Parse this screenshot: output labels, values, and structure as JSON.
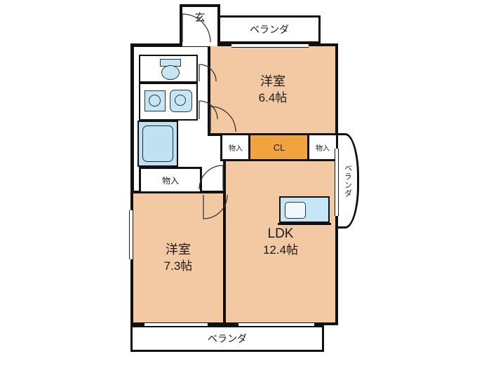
{
  "plan": {
    "entrance": {
      "label": "玄"
    },
    "balconies": {
      "top": "ベランダ",
      "right": "ベランダ",
      "bottom": "ベランダ"
    },
    "rooms": {
      "western_top": {
        "name": "洋室",
        "size": "6.4帖"
      },
      "western_left": {
        "name": "洋室",
        "size": "7.3帖"
      },
      "ldk": {
        "name": "LDK",
        "size": "12.4帖"
      }
    },
    "storage": {
      "closet": "CL",
      "mid_left": "物入",
      "mid_right": "物入",
      "hall": "物入"
    },
    "colors": {
      "room_fill": "#f3c9a3",
      "closet_fill": "#f0a33e",
      "fixture_fill": "#c5e6f4",
      "wall": "#111111"
    }
  }
}
